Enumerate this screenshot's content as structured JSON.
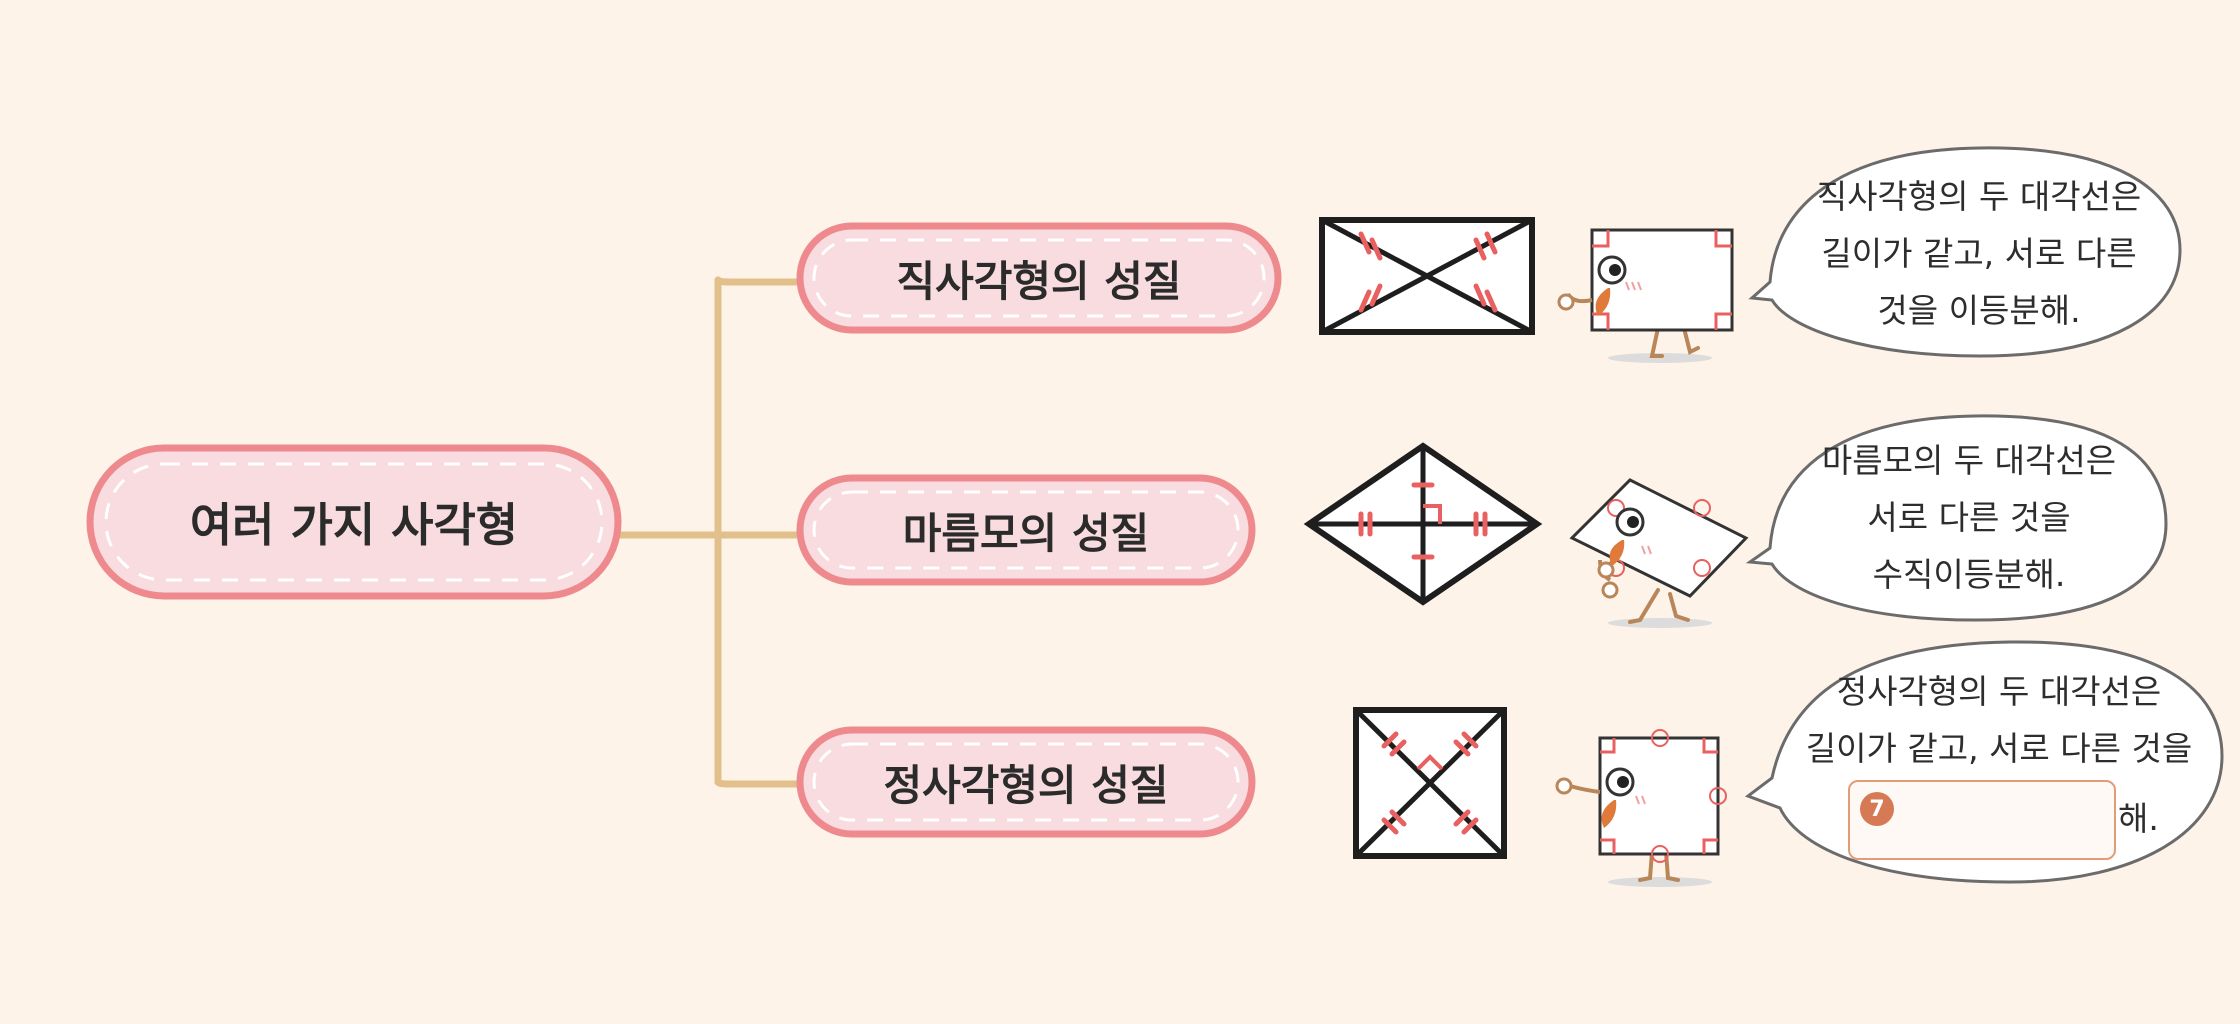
{
  "root": {
    "label": "여러 가지 사각형"
  },
  "branches": [
    {
      "label": "직사각형의 성질",
      "shape": "rectangle-diagonals",
      "speech": [
        "직사각형의 두 대각선은",
        "길이가 같고, 서로 다른",
        "것을 이등분해."
      ]
    },
    {
      "label": "마름모의 성질",
      "shape": "rhombus-diagonals",
      "speech": [
        "마름모의 두 대각선은",
        "서로 다른 것을",
        "수직이등분해."
      ]
    },
    {
      "label": "정사각형의 성질",
      "shape": "square-diagonals",
      "speech": [
        "정사각형의 두 대각선은",
        "길이가 같고, 서로 다른 것을",
        "해."
      ],
      "blank": {
        "number": "7"
      }
    }
  ],
  "colors": {
    "background": "#FDF3E8",
    "pill_fill": "#F8DCE0",
    "pill_border": "#EE8A8E",
    "connector": "#E2C08C",
    "tick_mark": "#E8605F",
    "answer_box": "#E29C78"
  }
}
